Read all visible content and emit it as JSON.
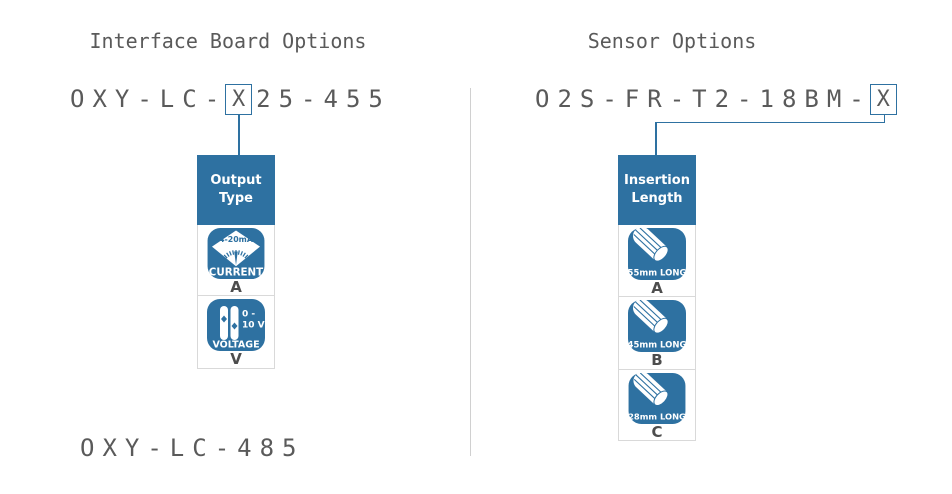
{
  "colors": {
    "accent_blue": "#2e71a1",
    "text_gray": "#5a5a5a",
    "letter_gray": "#4d4d4d",
    "cell_border_gray": "#d9d9d9",
    "divider_gray": "#d0d0d0"
  },
  "left": {
    "title": "Interface Board Options",
    "part_number": {
      "prefix": "OXY-LC-",
      "boxed": "X",
      "suffix": "25-455"
    },
    "column": {
      "header": "Output Type",
      "options": [
        {
          "letter": "A",
          "icon": "current-gauge-icon",
          "label": "CURRENT",
          "value": "4-20mA"
        },
        {
          "letter": "V",
          "icon": "voltage-slider-icon",
          "label": "VOLTAGE",
          "value_line1": "0 -",
          "value_line2": "10 V"
        }
      ]
    },
    "footer_code": "OXY-LC-485"
  },
  "right": {
    "title": "Sensor Options",
    "part_number": {
      "prefix": "O2S-FR-T2-18BM-",
      "boxed": "X"
    },
    "column": {
      "header": "Insertion Length",
      "options": [
        {
          "letter": "A",
          "icon": "probe-cylinder-icon",
          "label": "55mm LONG"
        },
        {
          "letter": "B",
          "icon": "probe-cylinder-icon",
          "label": "45mm LONG"
        },
        {
          "letter": "C",
          "icon": "probe-cylinder-icon",
          "label": "28mm LONG"
        }
      ]
    }
  }
}
